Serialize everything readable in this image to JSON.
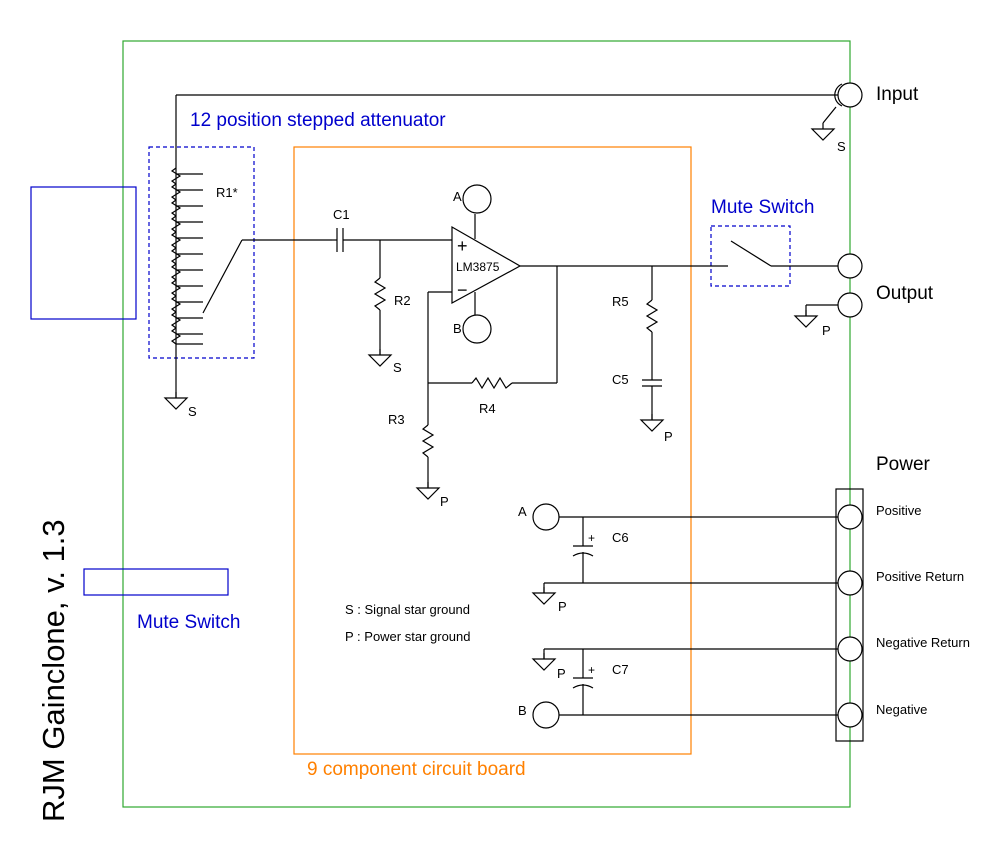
{
  "title": "RJM Gainclone, v. 1.3",
  "colors": {
    "case_outline": "#2fa82f",
    "board_outline": "#ff8000",
    "panel_and_callout": "#0000cc",
    "wire": "#000000",
    "background": "#ffffff"
  },
  "annotations": {
    "attenuator": "12 position stepped attenuator",
    "mute_switch_top": "Mute Switch",
    "mute_switch_panel": "Mute Switch",
    "board": "9 component circuit board"
  },
  "connectors": {
    "input": "Input",
    "output": "Output",
    "power": "Power",
    "power_terminals": [
      "Positive",
      "Positive Return",
      "Negative Return",
      "Negative"
    ]
  },
  "components": {
    "r1": "R1*",
    "c1": "C1",
    "r2": "R2",
    "r3": "R3",
    "r4": "R4",
    "r5": "R5",
    "c5": "C5",
    "c6": "C6",
    "c7": "C7",
    "ic": "LM3875",
    "ic_plus": "+",
    "ic_minus": "−",
    "rail_a": "A",
    "rail_b": "B"
  },
  "grounds": {
    "signal": "S",
    "power": "P"
  },
  "legend": [
    "S : Signal star ground",
    "P : Power star ground"
  ],
  "cap_polarity": "+"
}
